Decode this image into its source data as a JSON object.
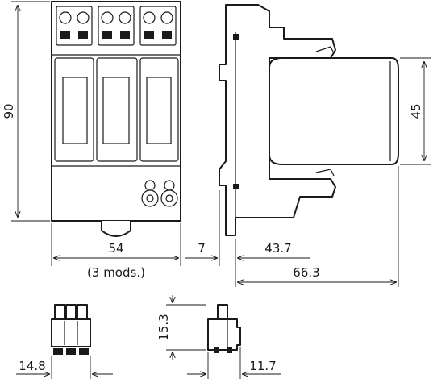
{
  "dimensions": {
    "height_front": "90",
    "width_front": "54",
    "modules_note": "(3 mods.)",
    "rail_offset": "7",
    "body_depth": "43.7",
    "total_depth": "66.3",
    "cover_height": "45",
    "terminal_height": "15.3",
    "terminal_width": "14.8",
    "terminal_depth": "11.7"
  },
  "colors": {
    "line": "#1a1a1a",
    "background": "#ffffff"
  }
}
